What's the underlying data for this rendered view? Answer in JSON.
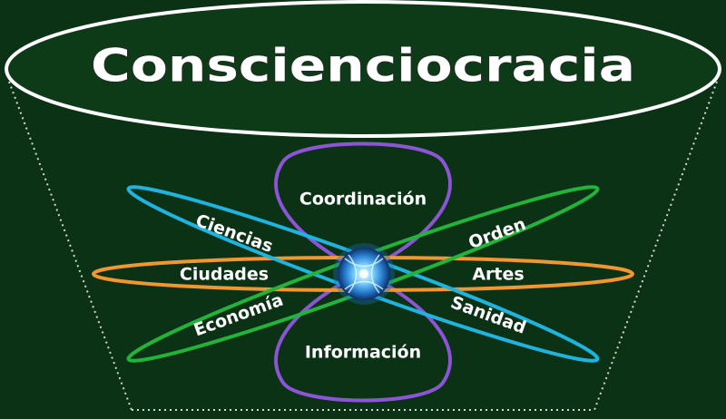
{
  "title": "Consciencioc­racia",
  "petals": {
    "coordinacion": "Coordinación",
    "informacion": "Información",
    "ciencias": "Ciencias",
    "orden": "Orden",
    "ciudades": "Ciudades",
    "artes": "Artes",
    "economia": "Economía",
    "sanidad": "Sanidad"
  },
  "colors": {
    "background": "#0b3215",
    "title_ellipse_fill": "#0d3a17",
    "title_ellipse_stroke": "#ffffff",
    "cyan": "#1fb3e0",
    "green": "#22b43a",
    "orange": "#f2962f",
    "purple": "#8b55d6",
    "center_glow": "#5ec8f5"
  },
  "icons": {
    "center": "glowing-orb-icon"
  }
}
